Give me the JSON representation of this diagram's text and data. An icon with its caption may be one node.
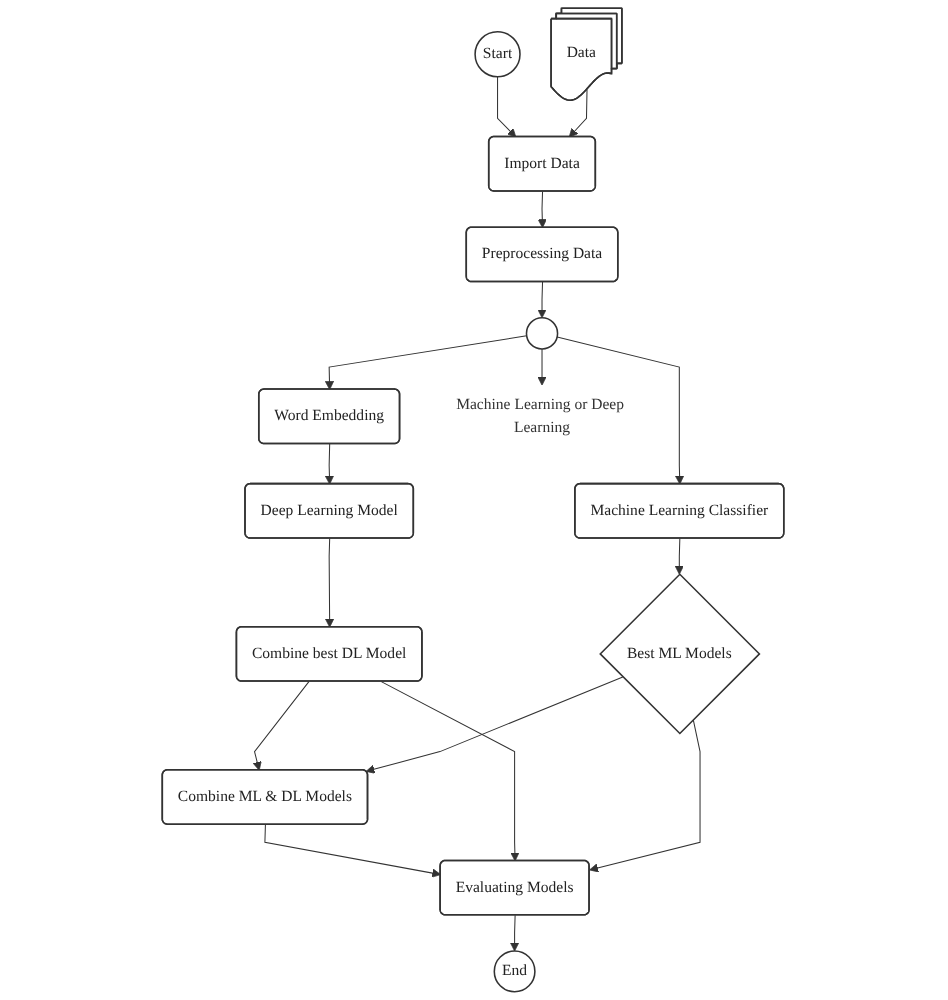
{
  "diagram": {
    "nodes": [
      {
        "text": [
          "Start"
        ]
      },
      {
        "text": [
          "Data"
        ]
      },
      {
        "text": [
          "Import Data"
        ]
      },
      {
        "text": [
          "Preprocessing Data"
        ]
      },
      {
        "text": [],
        "shape": "circle"
      },
      {
        "text": [
          "Word Embedding"
        ]
      },
      {
        "text": [
          "Machine Learning Classifier"
        ]
      },
      {
        "text": [
          "Deep Learning Model"
        ]
      },
      {
        "text": [
          "Machine Learning or Deep Learning"
        ]
      },
      {
        "text": [
          "Combine best DL Model"
        ]
      },
      {
        "text": [
          "Best ML Models"
        ]
      },
      {
        "text": [
          "Combine ML & DL Models"
        ]
      },
      {
        "text": [
          "Evaluating Models"
        ]
      },
      {
        "text": [
          "End"
        ]
      }
    ],
    "edges": [
      {
        "from": 0,
        "to": 2,
        "arrow": "to"
      },
      {
        "from": 1,
        "to": 2,
        "arrow": "to"
      },
      {
        "from": 2,
        "to": 3,
        "arrow": "to"
      },
      {
        "from": 3,
        "to": 4,
        "arrow": "to"
      },
      {
        "from": 4,
        "to": 5,
        "arrow": "to"
      },
      {
        "from": 4,
        "to": 8,
        "arrow": "to"
      },
      {
        "from": 4,
        "to": 6,
        "arrow": "to"
      },
      {
        "from": 5,
        "to": 7,
        "arrow": "to"
      },
      {
        "from": 7,
        "to": 9,
        "arrow": "to"
      },
      {
        "from": 6,
        "to": 10,
        "arrow": "to"
      },
      {
        "from": 9,
        "to": 11,
        "arrow": "to"
      },
      {
        "from": 10,
        "to": 11,
        "arrow": "to"
      },
      {
        "from": 11,
        "to": 12,
        "arrow": "to"
      },
      {
        "from": 9,
        "to": 12,
        "arrow": "to"
      },
      {
        "from": 10,
        "to": 12,
        "arrow": "to"
      },
      {
        "from": 12,
        "to": 13,
        "arrow": "to"
      }
    ]
  }
}
